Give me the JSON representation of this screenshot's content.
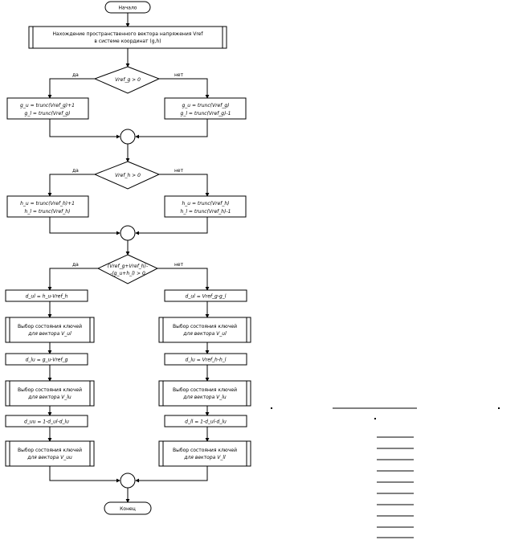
{
  "start": "Начало",
  "end": "Конец",
  "init_process": [
    "Нахождение пространственного вектора напряжения Vref",
    "в системе координат (g,h)"
  ],
  "branch_yes": "да",
  "branch_no": "нет",
  "decision_g": "Vref_g > 0",
  "g_yes": [
    "g_u = trunc(Vref_g)+1",
    "g_l = trunc(Vref_g)"
  ],
  "g_no": [
    "g_u = trunc(Vref_g)",
    "g_l = trunc(Vref_g)-1"
  ],
  "decision_h": "Vref_h > 0",
  "h_yes": [
    "h_u = trunc(Vref_h)+1",
    "h_l = trunc(Vref_h)"
  ],
  "h_no": [
    "h_u = trunc(Vref_h)",
    "h_l = trunc(Vref_h)-1"
  ],
  "decision_sum": [
    "(Vref_g+Vref_h)-",
    "-(g_u+h_l) > 0"
  ],
  "left_column": {
    "step1": "d_ul = h_u-Vref_h",
    "select1": [
      "Выбор состояния ключей",
      "для вектора V_ul"
    ],
    "step2": "d_lu = g_u-Vref_g",
    "select2": [
      "Выбор состояния ключей",
      "для вектора V_lu"
    ],
    "step3": "d_uu = 1-d_ul-d_lu",
    "select3": [
      "Выбор состояния ключей",
      "для вектора V_uu"
    ]
  },
  "right_column": {
    "step1": "d_ul = Vref_g-g_l",
    "select1": [
      "Выбор состояния ключей",
      "для вектора V_ul"
    ],
    "step2": "d_lu = Vref_h-h_l",
    "select2": [
      "Выбор состояния ключей",
      "для вектора V_lu"
    ],
    "step3": "d_ll = 1-d_ul-d_lu",
    "select3": [
      "Выбор состояния ключей",
      "для вектора V_ll"
    ]
  }
}
